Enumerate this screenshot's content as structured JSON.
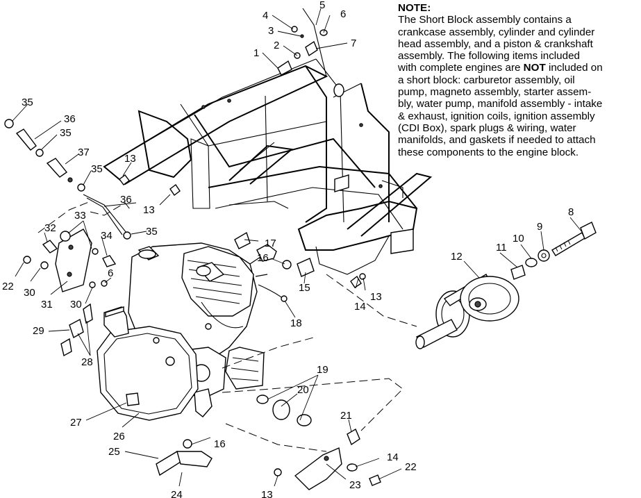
{
  "note": {
    "title": "NOTE:",
    "lines": [
      "The Short Block assembly contains a",
      "crankcase assembly, cylinder and cylinder",
      "head assembly, and a piston & crankshaft",
      "assembly.  The following items included",
      "with complete engines are |NOT| included on",
      "a short block:  carburetor assembly, oil",
      "pump, magneto assembly, starter assem-",
      "bly, water pump, manifold assembly - intake",
      "& exhaust, ignition coils, ignition assembly",
      "(CDI Box), spark plugs & wiring, water",
      "manifolds, and gaskets if needed to attach",
      "these components to the engine block."
    ]
  },
  "callouts": [
    {
      "n": "1"
    },
    {
      "n": "2"
    },
    {
      "n": "3"
    },
    {
      "n": "4"
    },
    {
      "n": "5"
    },
    {
      "n": "6"
    },
    {
      "n": "7"
    },
    {
      "n": "8"
    },
    {
      "n": "9"
    },
    {
      "n": "10"
    },
    {
      "n": "11"
    },
    {
      "n": "12"
    },
    {
      "n": "13"
    },
    {
      "n": "13"
    },
    {
      "n": "14"
    },
    {
      "n": "13"
    },
    {
      "n": "15"
    },
    {
      "n": "16"
    },
    {
      "n": "17"
    },
    {
      "n": "18"
    },
    {
      "n": "19"
    },
    {
      "n": "20"
    },
    {
      "n": "21"
    },
    {
      "n": "14"
    },
    {
      "n": "22"
    },
    {
      "n": "23"
    },
    {
      "n": "13"
    },
    {
      "n": "24"
    },
    {
      "n": "25"
    },
    {
      "n": "16"
    },
    {
      "n": "26"
    },
    {
      "n": "27"
    },
    {
      "n": "28"
    },
    {
      "n": "29"
    },
    {
      "n": "30"
    },
    {
      "n": "6"
    },
    {
      "n": "31"
    },
    {
      "n": "30"
    },
    {
      "n": "22"
    },
    {
      "n": "32"
    },
    {
      "n": "33"
    },
    {
      "n": "34"
    },
    {
      "n": "35"
    },
    {
      "n": "36"
    },
    {
      "n": "35"
    },
    {
      "n": "37"
    },
    {
      "n": "35"
    },
    {
      "n": "36"
    },
    {
      "n": "35"
    }
  ]
}
